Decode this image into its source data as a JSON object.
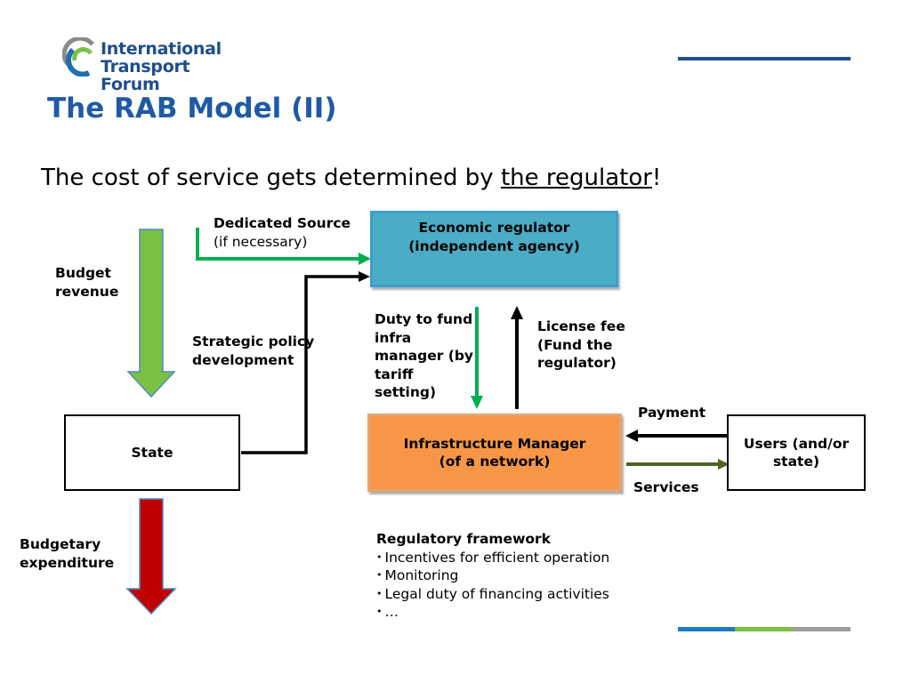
{
  "logo": {
    "line1": "International",
    "line2": "Transport Forum"
  },
  "title": "The RAB Model (II)",
  "subtitle": {
    "prefix": "The cost of service gets determined by ",
    "underlined": "the regulator",
    "suffix": "!"
  },
  "labels": {
    "dedicated_source": "Dedicated Source",
    "if_necessary": "(if necessary)",
    "budget_revenue_1": "Budget",
    "budget_revenue_2": "revenue",
    "strategic_1": "Strategic policy",
    "strategic_2": "development",
    "duty": [
      "Duty to fund",
      "infra",
      "manager (by",
      "tariff",
      "setting)"
    ],
    "license": [
      "License fee",
      "(Fund the",
      "regulator)"
    ],
    "payment": "Payment",
    "services": "Services",
    "budgetary_1": "Budgetary",
    "budgetary_2": "expenditure"
  },
  "boxes": {
    "regulator_1": "Economic regulator",
    "regulator_2": "(independent agency)",
    "im_1": "Infrastructure Manager",
    "im_2": "(of a network)",
    "state": "State",
    "users_1": "Users (and/or",
    "users_2": "state)"
  },
  "framework": {
    "heading": "Regulatory framework",
    "items": [
      "Incentives for efficient operation",
      "Monitoring",
      "Legal duty of financing activities",
      "…"
    ]
  },
  "colors": {
    "title_blue": "#1f5aa6",
    "green_arrow": "#00b050",
    "budget_green": "#7ac143",
    "budget_red": "#c00000",
    "regulator": "#4bacc6",
    "im_orange": "#f79646",
    "services_olive": "#4f6228",
    "bar_blue": "#1f7ac8",
    "bar_green": "#7ac143",
    "bar_gray": "#9e9e9e",
    "header_line": "#1f4e8c"
  }
}
